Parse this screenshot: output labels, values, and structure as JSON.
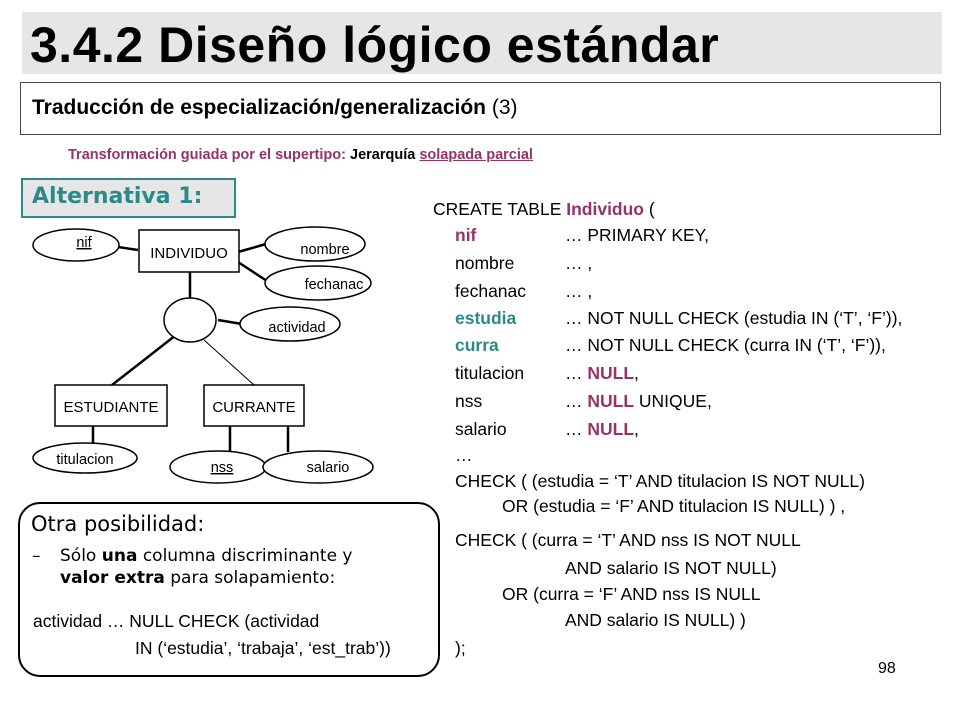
{
  "slide": {
    "title": "3.4.2 Diseño lógico estándar",
    "subtitle": "Traducción de especialización/generalización",
    "subtitle_num": "(3)",
    "transform_label": "Transformación guiada por el supertipo:",
    "transform_value": "Jerarquía",
    "transform_link": "solapada parcial",
    "alternative": "Alternativa 1:",
    "page_number": "98"
  },
  "er": {
    "entity_main": "INDIVIDUO",
    "entity_a": "ESTUDIANTE",
    "entity_b": "CURRANTE",
    "attr_nif": "nif",
    "attr_nombre": "nombre",
    "attr_fechanac": "fechanac",
    "attr_actividad": "actividad",
    "attr_titulacion": "titulacion",
    "attr_nss": "nss",
    "attr_salario": "salario"
  },
  "sql": {
    "l1_a": "CREATE TABLE ",
    "l1_b": "Individuo",
    "l1_c": " (",
    "l2_a": "nif",
    "l2_b": "… PRIMARY KEY,",
    "l3_a": "nombre",
    "l3_b": "… ,",
    "l4_a": "fechanac",
    "l4_b": "… ,",
    "l5_a": "estudia",
    "l5_b": "… NOT NULL CHECK (estudia IN (‘T’, ‘F’)),",
    "l6_a": "curra",
    "l6_b": "… NOT NULL CHECK (curra IN (‘T’, ‘F’)),",
    "l7_a": "titulacion",
    "l7_b": "… ",
    "l7_c": "NULL",
    "l7_d": ",",
    "l8_a": "nss",
    "l8_b": "… ",
    "l8_c": "NULL",
    "l8_d": " UNIQUE,",
    "l9_a": "salario",
    "l9_b": "… ",
    "l9_c": "NULL",
    "l9_d": ",",
    "l10": "…",
    "l11": "CHECK ( (estudia = ‘T’ AND titulacion IS NOT NULL)",
    "l12": "OR (estudia = ‘F’ AND titulacion IS NULL) ) ,",
    "l13": "CHECK ( (curra = ‘T’ AND nss IS NOT NULL",
    "l14": "AND salario IS NOT NULL)",
    "l15": "OR (curra = ‘F’ AND nss IS NULL",
    "l16": "AND salario IS NULL) )",
    "l17": ");"
  },
  "other": {
    "title": "Otra posibilidad:",
    "dash": "–",
    "b1": "Sólo ",
    "b2": "una",
    "b3": " columna discriminante y",
    "b4": "valor extra",
    "b5": " para solapamiento:",
    "c1": "actividad … NULL CHECK (actividad",
    "c2": "IN (‘estudia’, ‘trabaja’, ‘est_trab’))"
  },
  "colors": {
    "accent": "#993366",
    "teal": "#2a8a8a",
    "title_bg": "#e6e6e6"
  }
}
